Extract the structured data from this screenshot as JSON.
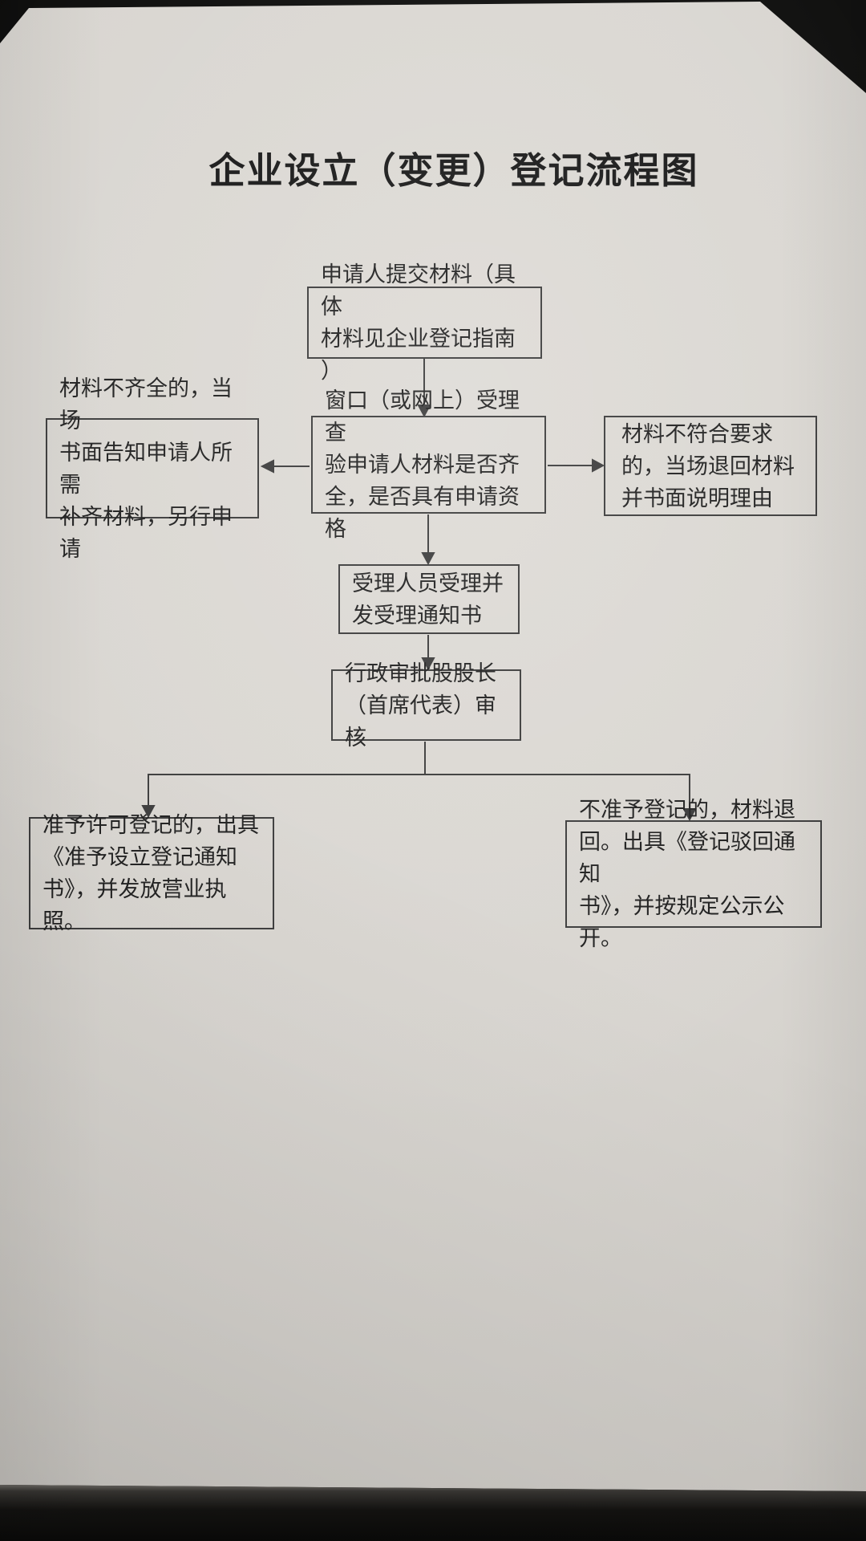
{
  "page": {
    "title": "企业设立（变更）登记流程图"
  },
  "flowchart": {
    "nodes": {
      "submit": {
        "label": "申请人提交材料（具体\n材料见企业登记指南 ）"
      },
      "check": {
        "label": "窗口（或网上）受理查\n验申请人材料是否齐\n全，是否具有申请资格"
      },
      "incomplete": {
        "label": "材料不齐全的，当场\n书面告知申请人所需\n补齐材料，另行申请"
      },
      "nonconforming": {
        "label": "材料不符合要求\n的，当场退回材料\n并书面说明理由"
      },
      "accept": {
        "label": "受理人员受理并\n发受理通知书"
      },
      "review": {
        "label": "行政审批股股长\n（首席代表）审核"
      },
      "approve": {
        "label": "准予许可登记的，出具\n《准予设立登记通知\n书》，并发放营业执照。"
      },
      "reject": {
        "label": "不准予登记的，材料退\n回。出具《登记驳回通知\n书》，并按规定公示公开。"
      }
    }
  },
  "colors": {
    "paper": "#d8d5d0",
    "ink": "#1f1f1f",
    "line": "#3b3b3b",
    "background": "#0c0c0b"
  }
}
